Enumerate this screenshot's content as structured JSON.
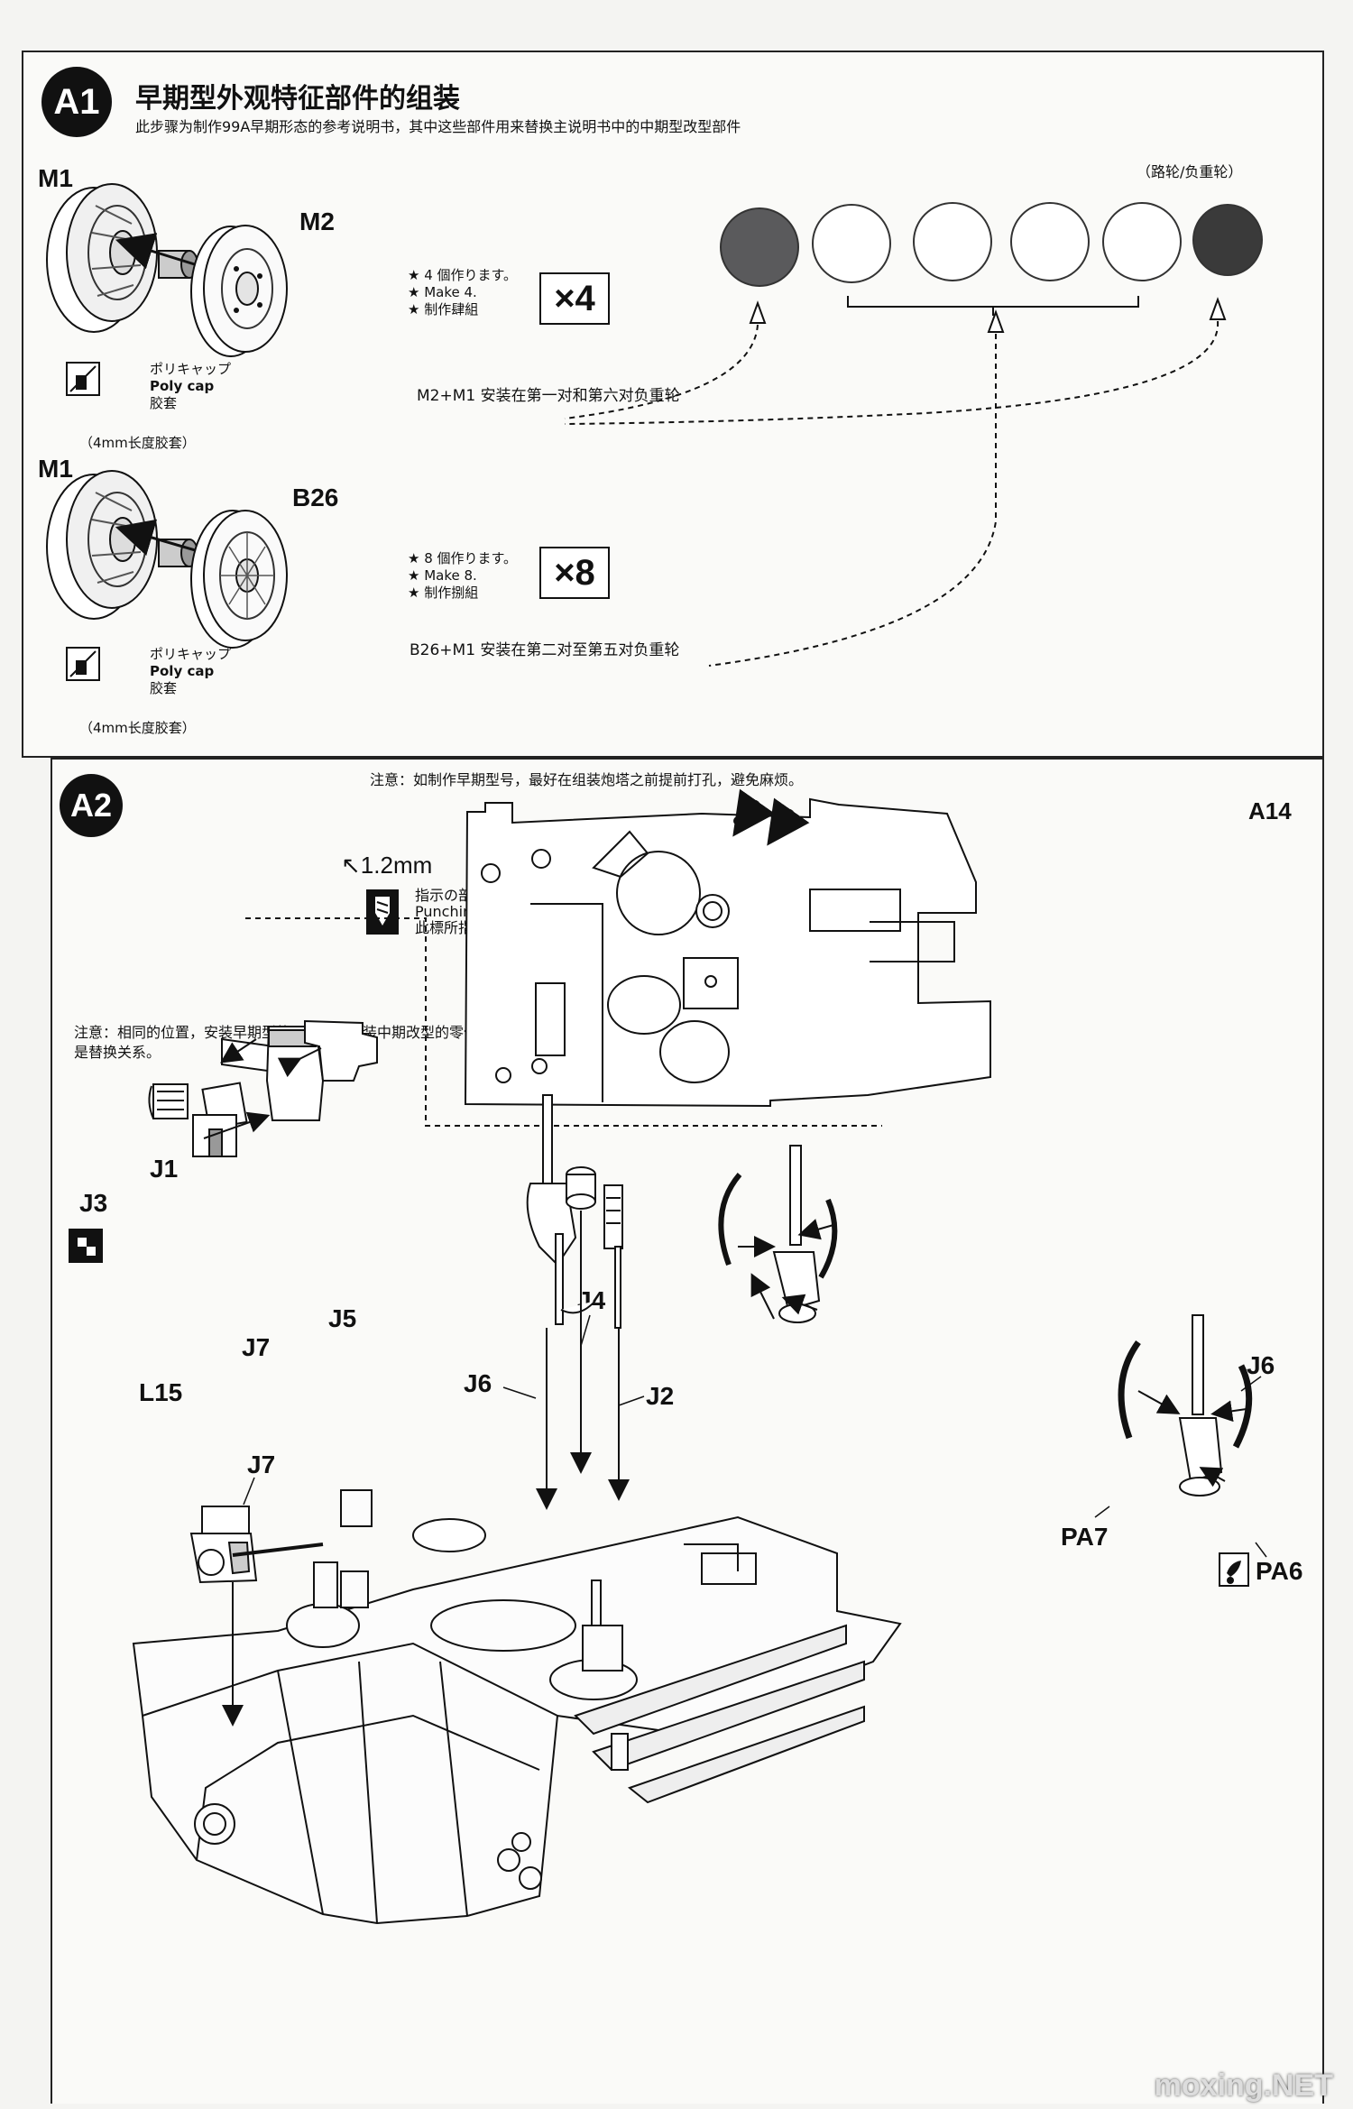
{
  "a1": {
    "badge": "A1",
    "title": "早期型外观特征部件的组装",
    "subtitle": "此步骤为制作99A早期形态的参考说明书，其中这些部件用来替换主说明书中的中期型改型部件",
    "wheel_note": "（路轮/负重轮）",
    "group1": {
      "part_a": "M1",
      "part_b": "M2",
      "polycap": [
        "ポリキャップ",
        "Poly cap",
        "胶套"
      ],
      "length_note": "（4mm长度胶套）",
      "make": [
        "★ 4 個作ります。",
        "★ Make 4.",
        "★ 制作肆組"
      ],
      "count": "×4",
      "install": "M2+M1 安装在第一对和第六对负重轮"
    },
    "group2": {
      "part_a": "M1",
      "part_b": "B26",
      "polycap": [
        "ポリキャップ",
        "Poly cap",
        "胶套"
      ],
      "length_note": "（4mm长度胶套）",
      "make": [
        "★ 8 個作ります。",
        "★ Make 8.",
        "★ 制作捌組"
      ],
      "count": "×8",
      "install": "B26+M1 安装在第二对至第五对负重轮"
    },
    "wheel_colors": [
      "#5a5a5c",
      "#ffffff",
      "#ffffff",
      "#ffffff",
      "#ffffff",
      "#3a3a3a"
    ]
  },
  "a2": {
    "badge": "A2",
    "top_note": "注意：如制作早期型号，最好在组装炮塔之前提前打孔，避免麻烦。",
    "drill_size": "1.2mm",
    "punch": [
      "指示の部分で穴を開けます",
      "Punching at the indicated area",
      "此標所指示部分需鑽孔"
    ],
    "part_a14": "A14",
    "same_note": [
      "注意：相同的位置，安装早期型的零件，则不装中期改型的零件，两者",
      "是替换关系。"
    ],
    "parts": {
      "j1": "J1",
      "j3": "J3",
      "j5": "J5",
      "j7": "J7",
      "l15": "L15",
      "j4": "J4",
      "j6a": "J6",
      "j2": "J2",
      "j6b": "J6",
      "j7b": "J7",
      "pa7": "PA7",
      "pa6": "PA6"
    }
  },
  "watermark": "moxing.NET"
}
